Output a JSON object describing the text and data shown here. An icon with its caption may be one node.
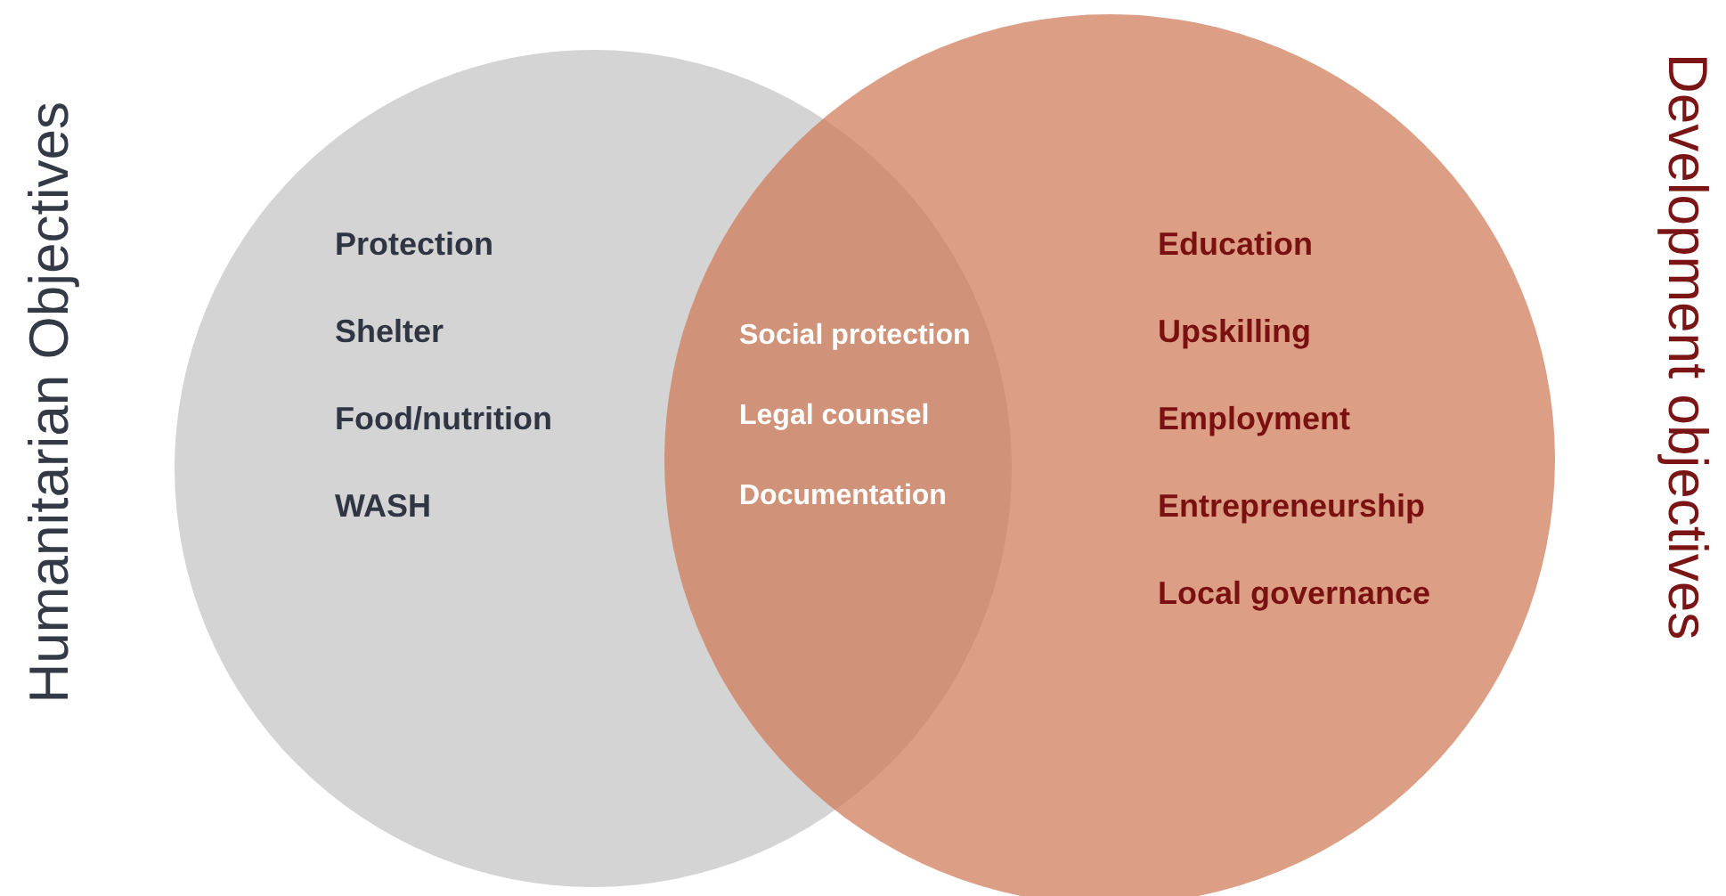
{
  "diagram": {
    "nodes": [
      {
        "text": [
          "Humanitarian Objectives",
          "Protection",
          "Shelter",
          "Food/nutrition",
          "WASH"
        ]
      },
      {
        "text": [
          "Development objectives",
          "Education",
          "Upskilling",
          "Employment",
          "Entrepreneurship",
          "Local governance"
        ]
      }
    ],
    "edges": [],
    "labels": [
      "Social protection",
      "Legal counsel",
      "Documentation"
    ]
  }
}
